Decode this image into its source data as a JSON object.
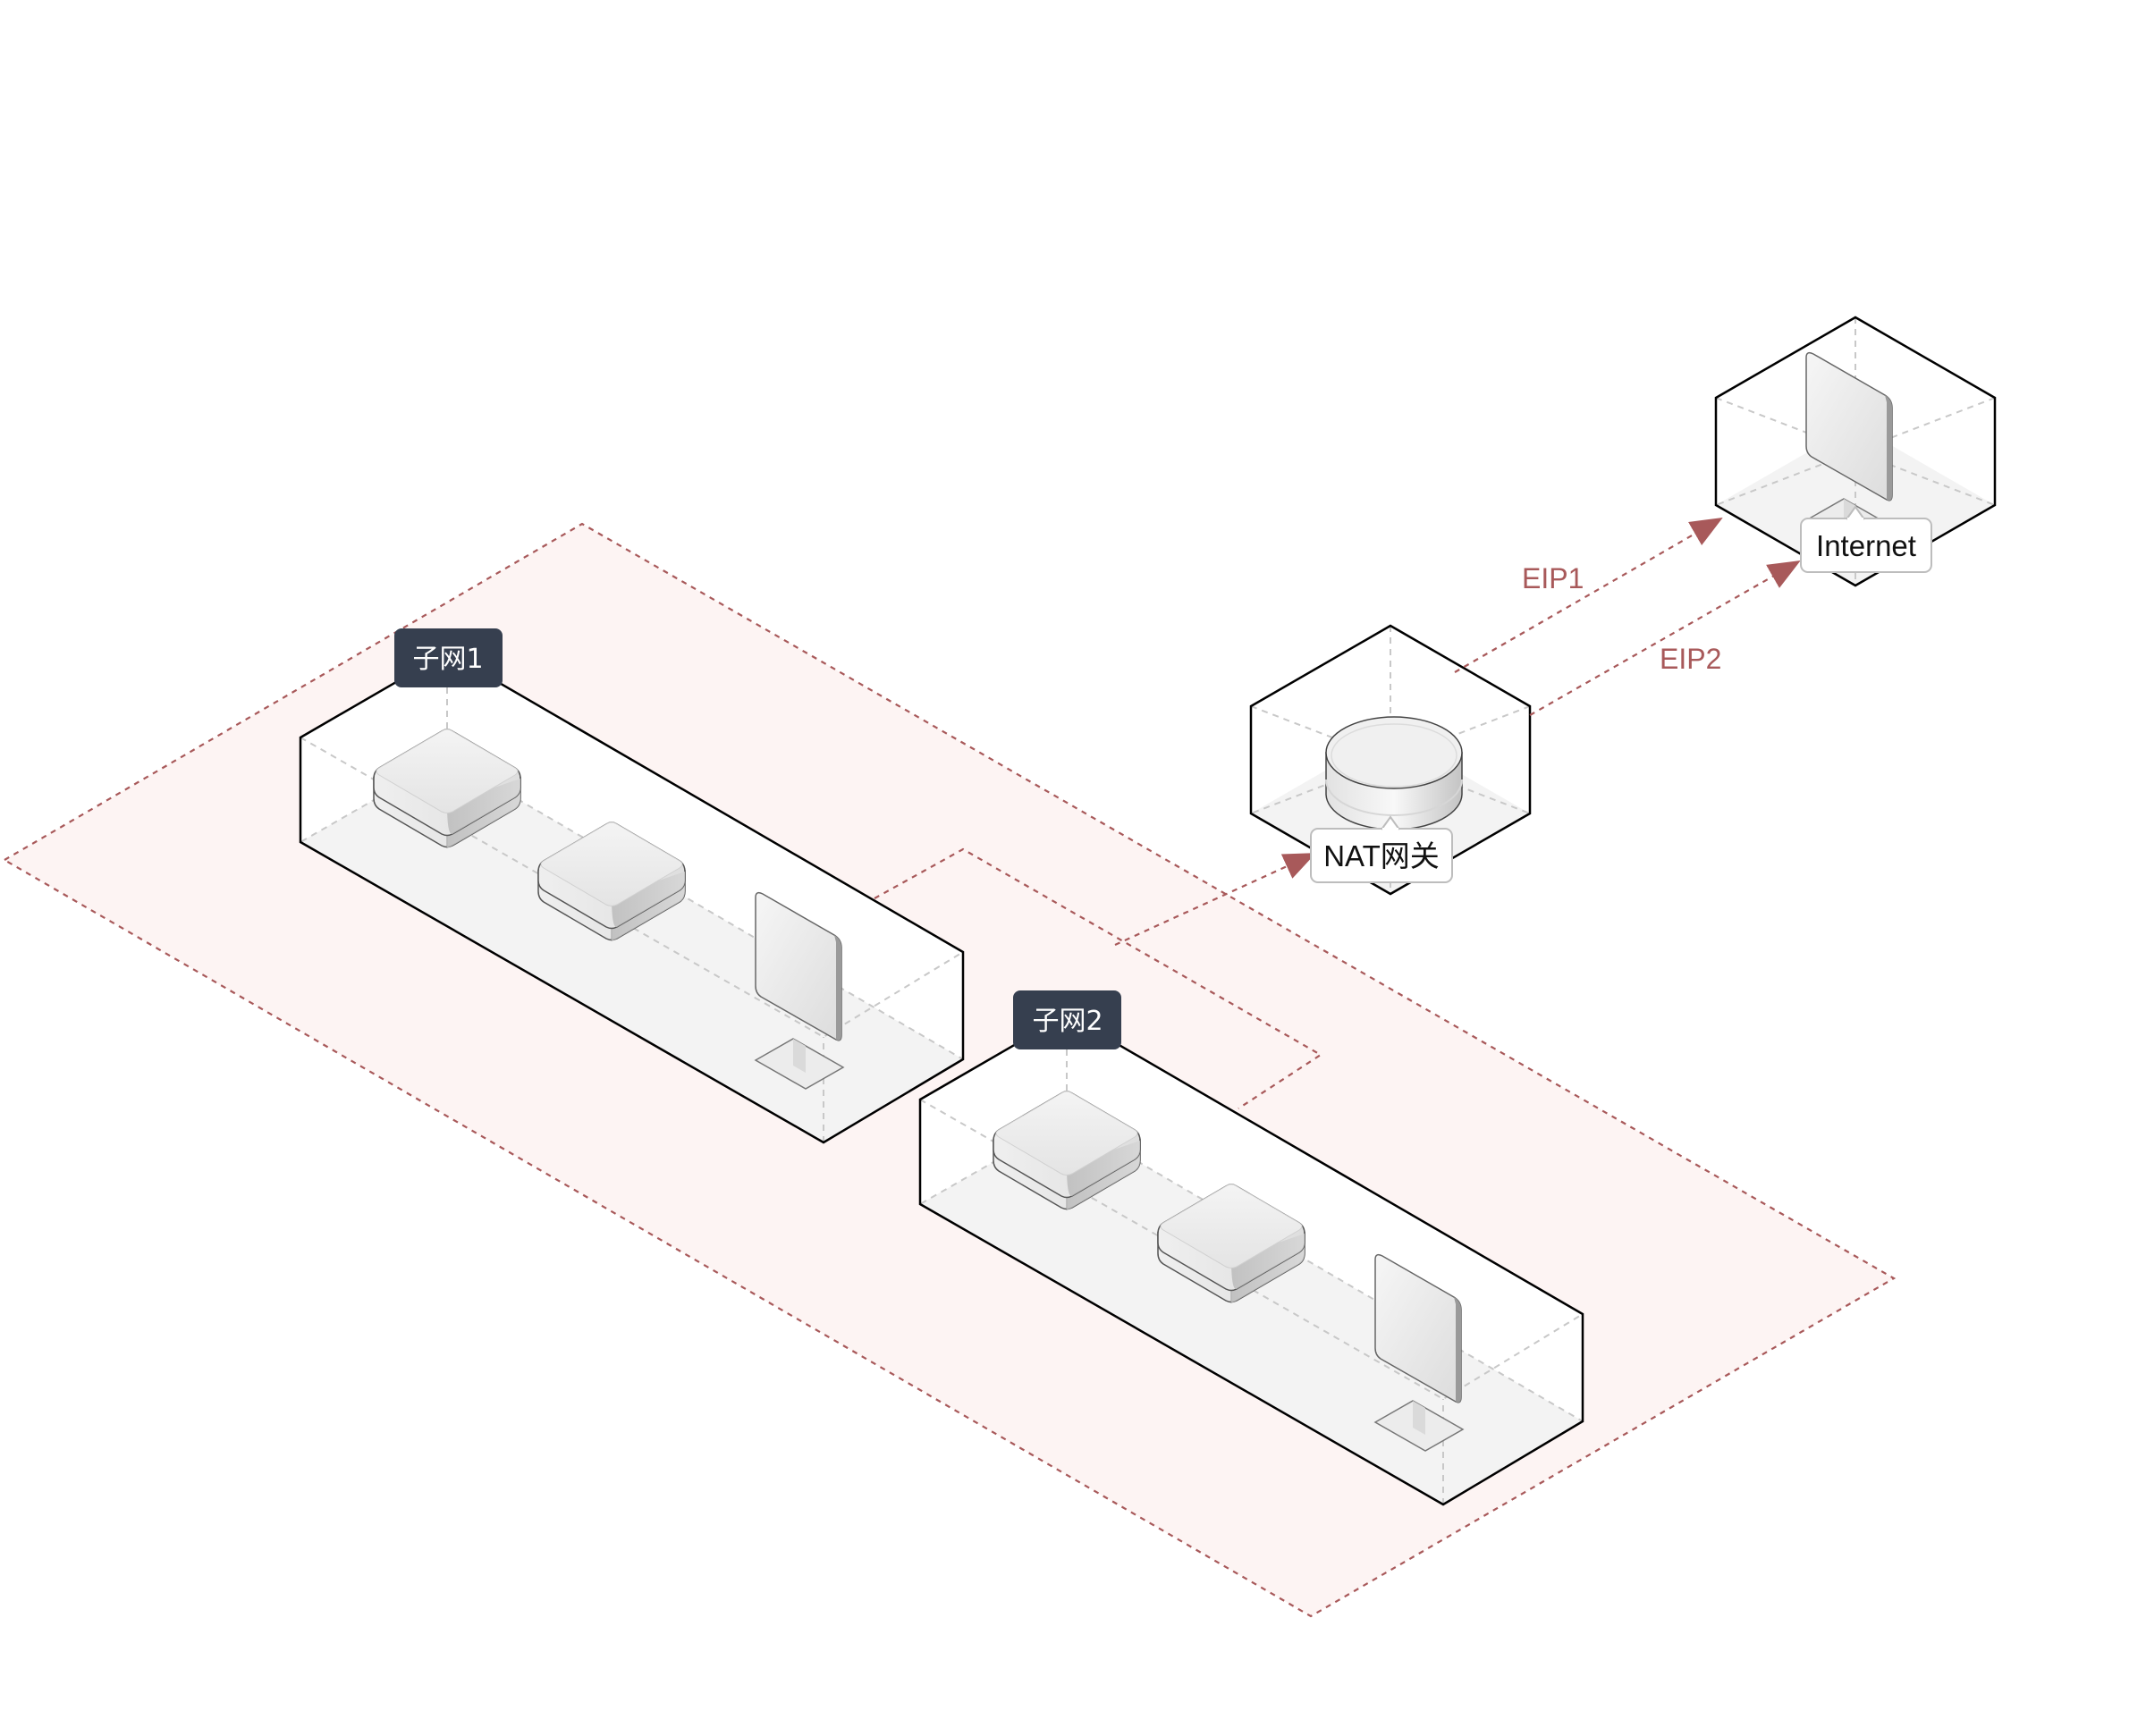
{
  "diagram": {
    "colors": {
      "vpc_fill": "#fdf4f3",
      "vpc_stroke": "#a8595a",
      "link": "#a8595a",
      "label_bg": "#363f4f",
      "box_stroke": "#000000",
      "guide": "#c8c8c8"
    },
    "subnets": [
      {
        "id": "subnet1",
        "label": "子网1",
        "devices": [
          "server-icon",
          "server-icon",
          "monitor-icon"
        ]
      },
      {
        "id": "subnet2",
        "label": "子网2",
        "devices": [
          "server-icon",
          "server-icon",
          "monitor-icon"
        ]
      }
    ],
    "nodes": {
      "nat": {
        "label": "NAT网关",
        "icon": "nat-gateway-icon"
      },
      "internet": {
        "label": "Internet",
        "icon": "monitor-icon"
      }
    },
    "links": [
      {
        "from": "vpc",
        "to": "nat",
        "label": ""
      },
      {
        "from": "nat",
        "to": "internet",
        "label": "EIP1"
      },
      {
        "from": "nat",
        "to": "internet",
        "label": "EIP2"
      }
    ]
  }
}
